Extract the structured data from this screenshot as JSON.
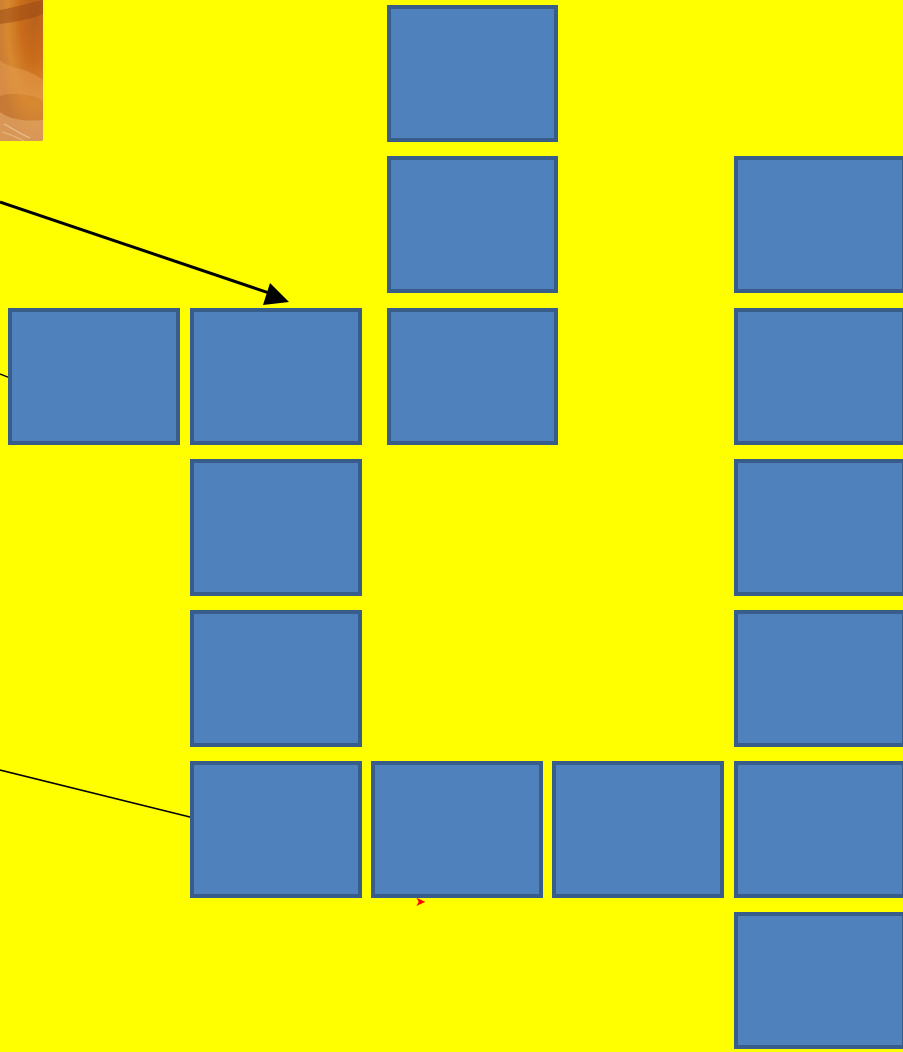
{
  "colors": {
    "background": "#ffff00",
    "cell_fill": "#4f81bd",
    "cell_border": "#385d8a",
    "arrow": "#000000",
    "bullet": "#ff0000"
  },
  "grid": {
    "cells": [
      {
        "id": "col3-row1"
      },
      {
        "id": "col3-row2"
      },
      {
        "id": "col3-row3"
      },
      {
        "id": "col1-row3"
      },
      {
        "id": "col2-row3"
      },
      {
        "id": "col2-row4"
      },
      {
        "id": "col2-row5"
      },
      {
        "id": "col2-row6"
      },
      {
        "id": "row6-cell2"
      },
      {
        "id": "row6-cell3"
      },
      {
        "id": "col5-row2"
      },
      {
        "id": "col5-row3"
      },
      {
        "id": "col5-row4"
      },
      {
        "id": "col5-row5"
      },
      {
        "id": "col5-row6"
      },
      {
        "id": "col5-row7"
      }
    ]
  },
  "icons": {
    "photo": "photo-thumbnail-icon",
    "bullet": "red-arrow-bullet-icon"
  },
  "bullet": {
    "glyph": "➤"
  }
}
